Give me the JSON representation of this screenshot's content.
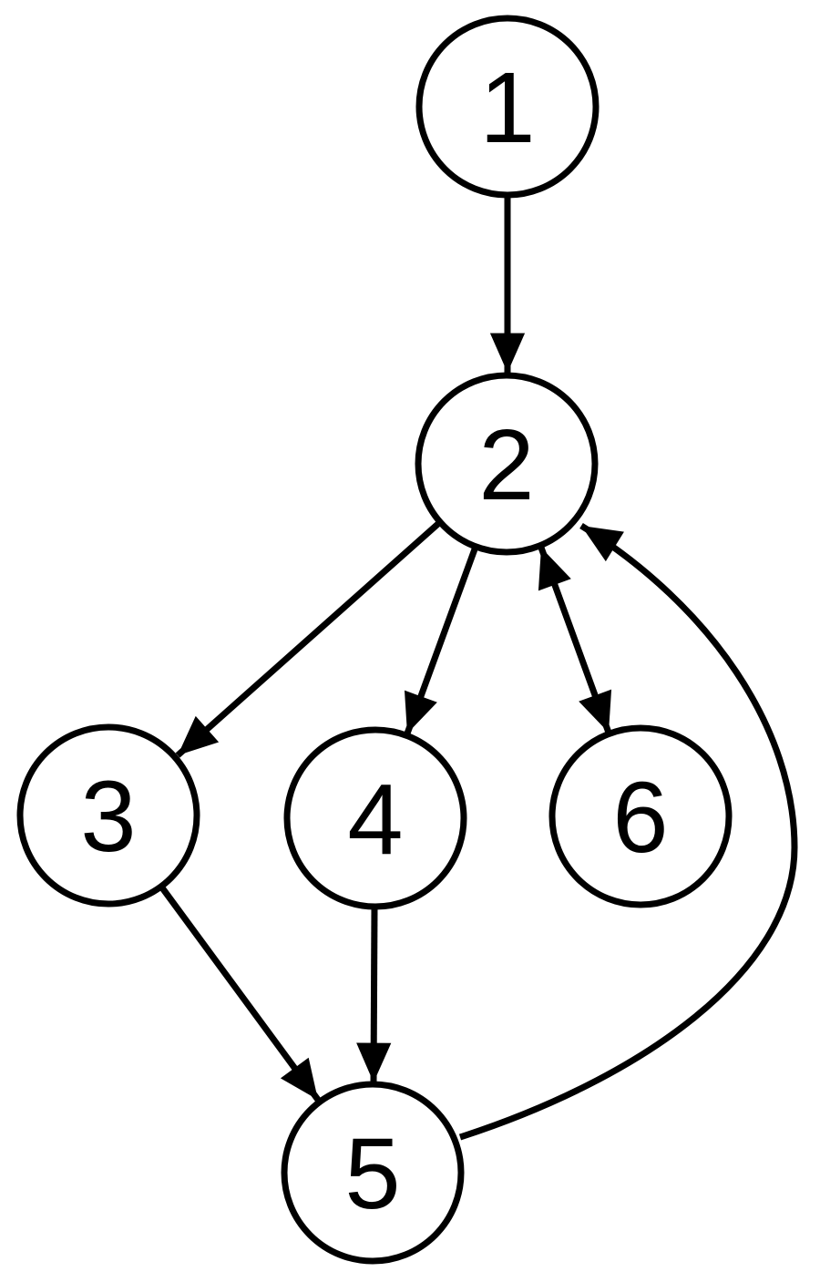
{
  "diagram": {
    "type": "directed-graph",
    "background_color": "#ffffff",
    "stroke_color": "#000000",
    "node_fill_color": "#ffffff",
    "nodes": [
      {
        "id": "1",
        "label": "1"
      },
      {
        "id": "2",
        "label": "2"
      },
      {
        "id": "3",
        "label": "3"
      },
      {
        "id": "4",
        "label": "4"
      },
      {
        "id": "5",
        "label": "5"
      },
      {
        "id": "6",
        "label": "6"
      }
    ],
    "edges": [
      {
        "from": "1",
        "to": "2",
        "bidirectional": false,
        "shape": "straight"
      },
      {
        "from": "2",
        "to": "3",
        "bidirectional": false,
        "shape": "straight"
      },
      {
        "from": "2",
        "to": "4",
        "bidirectional": false,
        "shape": "straight"
      },
      {
        "from": "2",
        "to": "6",
        "bidirectional": true,
        "shape": "straight"
      },
      {
        "from": "3",
        "to": "5",
        "bidirectional": false,
        "shape": "straight"
      },
      {
        "from": "4",
        "to": "5",
        "bidirectional": false,
        "shape": "straight"
      },
      {
        "from": "5",
        "to": "2",
        "bidirectional": false,
        "shape": "curved-right"
      }
    ]
  }
}
